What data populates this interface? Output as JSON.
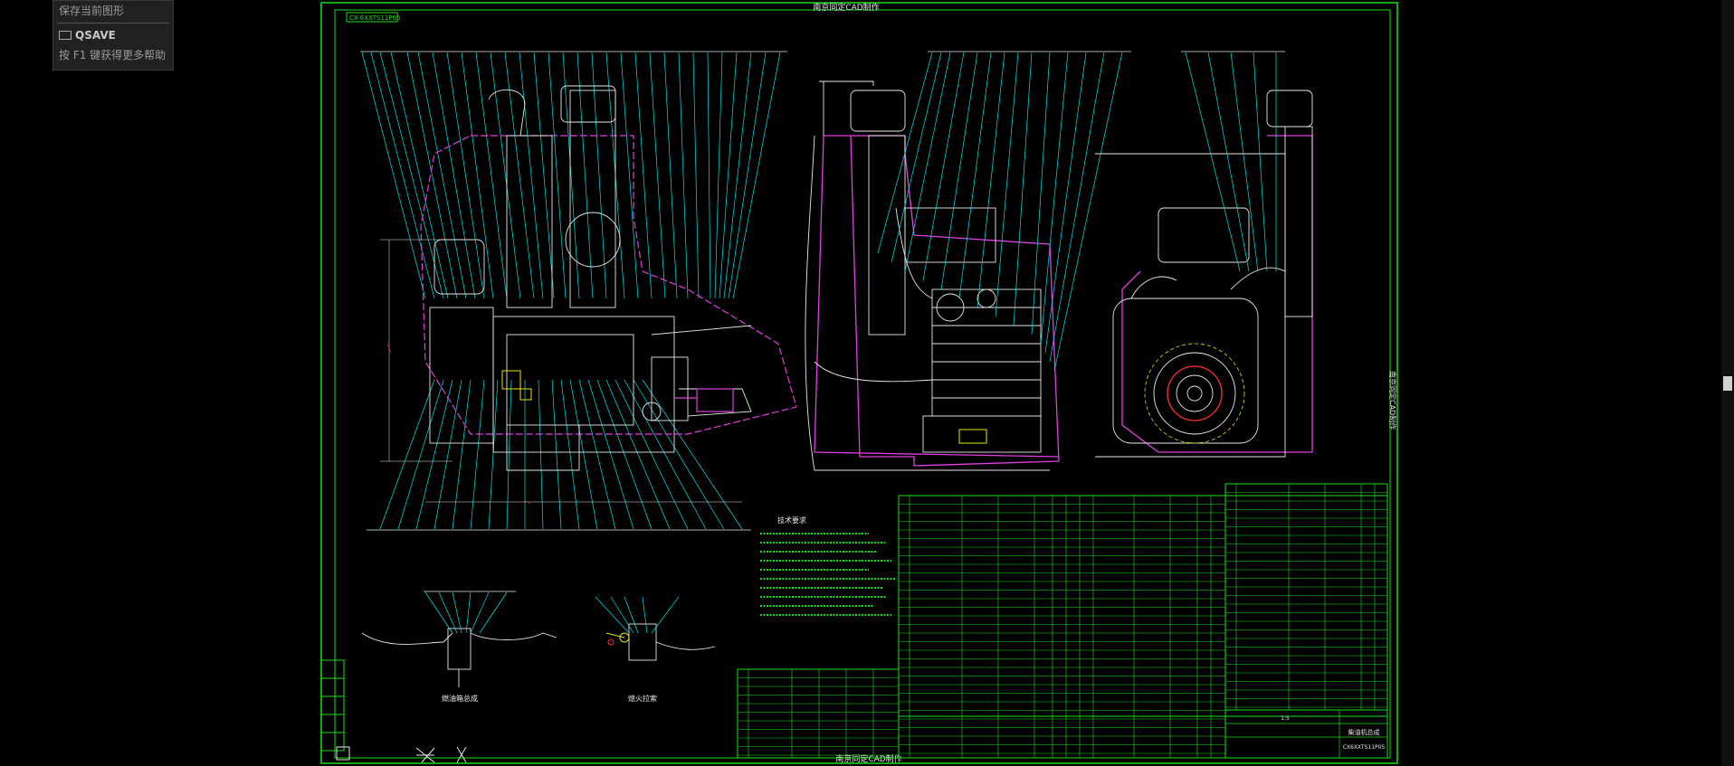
{
  "window": {
    "title": "南京同定CAD制作"
  },
  "tooltip": {
    "line1": "保存当前图形",
    "command": "QSAVE",
    "help": "按 F1 键获得更多帮助"
  },
  "drawing": {
    "top_title": "南京同定CAD制作",
    "bottom_title": "南京同定CAD制作",
    "side_title": "南京同定CAD制作",
    "code_box": "CX-6XXTS11P05",
    "notes_title": "技术要求",
    "sub_caption_left": "燃油箱总成",
    "sub_caption_mid": "熄火拉索",
    "title_block_name": "柴油机总成",
    "title_block_code": "CX6XXTS11P05",
    "title_block_sheet": "1:5"
  },
  "colors": {
    "green": "#19e019",
    "cyan": "#00e6e6",
    "magenta": "#e040e0",
    "white": "#e8e8e8",
    "yellow": "#e6e600",
    "red": "#ff3030"
  }
}
